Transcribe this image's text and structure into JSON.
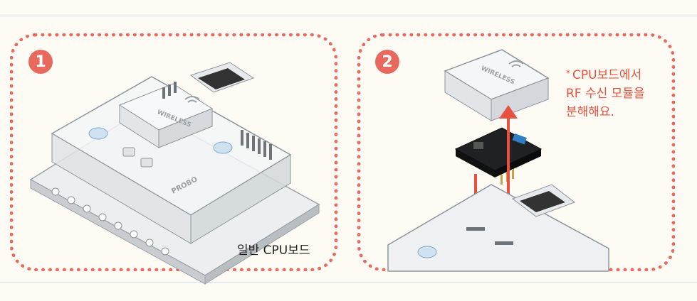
{
  "steps": [
    {
      "number": "1",
      "caption": "일반 CPU보드"
    },
    {
      "number": "2",
      "note_lines": [
        "CPU보드에서",
        "RF 수신 모듈을",
        "분해해요."
      ],
      "note_marker": "*"
    }
  ],
  "board_labels": {
    "wireless": "WIRELESS",
    "brand": "PROBO"
  },
  "colors": {
    "dotted_border": "#e86a5e",
    "badge": "#e86a5e",
    "note_text": "#e8513f",
    "arrow": "#e8513f",
    "background": "#fdfbf3"
  },
  "icons": {
    "wireless": "wifi-icon",
    "arrow": "up-arrow-icon"
  }
}
